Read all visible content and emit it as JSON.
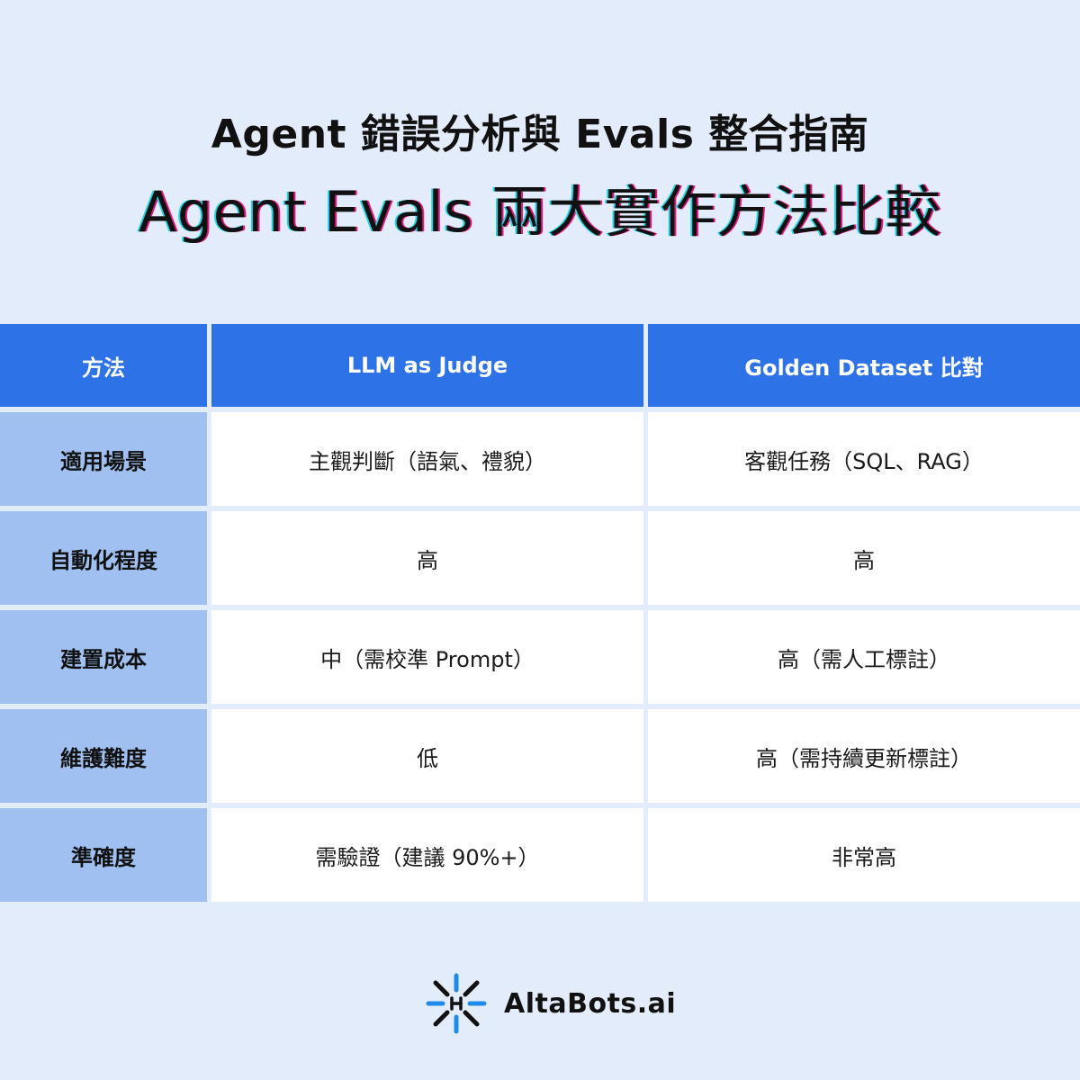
{
  "title": {
    "line1": "Agent 錯誤分析與 Evals 整合指南",
    "line2": "Agent Evals 兩大實作方法比較"
  },
  "table": {
    "headers": [
      "方法",
      "LLM as Judge",
      "Golden Dataset 比對"
    ],
    "rows": [
      {
        "label": "適用場景",
        "llm": "主觀判斷（語氣、禮貌）",
        "golden": "客觀任務（SQL、RAG）"
      },
      {
        "label": "自動化程度",
        "llm": "高",
        "golden": "高"
      },
      {
        "label": "建置成本",
        "llm": "中（需校準 Prompt）",
        "golden": "高（需人工標註）"
      },
      {
        "label": "維護難度",
        "llm": "低",
        "golden": "高（需持續更新標註）"
      },
      {
        "label": "準確度",
        "llm": "需驗證（建議 90%+）",
        "golden": "非常高"
      }
    ]
  },
  "brand": {
    "name": "AltaBots.ai",
    "logo_icon": "altabots-logo-icon",
    "colors": {
      "dark": "#111111",
      "accent": "#1f8be8"
    }
  },
  "colors": {
    "background": "#e3ecfb",
    "header": "#2e72e8",
    "row_label": "#9fc0f1",
    "cell": "#ffffff"
  }
}
